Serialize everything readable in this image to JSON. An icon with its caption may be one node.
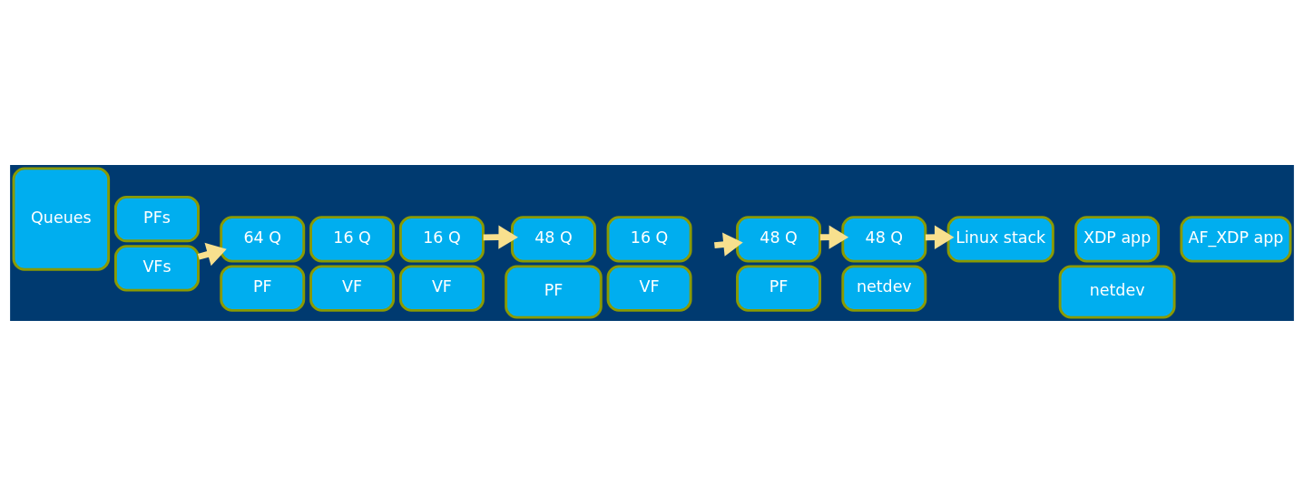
{
  "diagram": {
    "nodes": [
      {
        "text": [
          "Queues"
        ]
      },
      {
        "text": [
          "PFs"
        ]
      },
      {
        "text": [
          "VFs"
        ]
      },
      {
        "text": [
          "64 Q"
        ]
      },
      {
        "text": [
          "16 Q"
        ]
      },
      {
        "text": [
          "16 Q"
        ]
      },
      {
        "text": [
          "PF"
        ]
      },
      {
        "text": [
          "VF"
        ]
      },
      {
        "text": [
          "VF"
        ]
      },
      {
        "text": [
          "16 Q"
        ]
      },
      {
        "text": [
          "48 Q"
        ]
      },
      {
        "text": [
          "VF"
        ]
      },
      {
        "text": [
          "PF"
        ]
      },
      {
        "text": [
          "48 Q"
        ]
      },
      {
        "text": [
          "PF"
        ]
      },
      {
        "text": [
          "48 Q"
        ]
      },
      {
        "text": [
          "netdev"
        ]
      },
      {
        "text": [
          "Linux stack"
        ]
      },
      {
        "text": [
          "XDP app"
        ]
      },
      {
        "text": [
          "AF_XDP app"
        ]
      },
      {
        "text": [
          "netdev"
        ]
      }
    ],
    "edges": [
      {
        "from": 2,
        "to": 3,
        "arrow": "to"
      },
      {
        "from": 5,
        "to": 10,
        "arrow": "to"
      },
      {
        "from": null,
        "to": 13,
        "arrow": "to"
      },
      {
        "from": 13,
        "to": 15,
        "arrow": "to"
      },
      {
        "from": 15,
        "to": 17,
        "arrow": "to"
      }
    ]
  }
}
